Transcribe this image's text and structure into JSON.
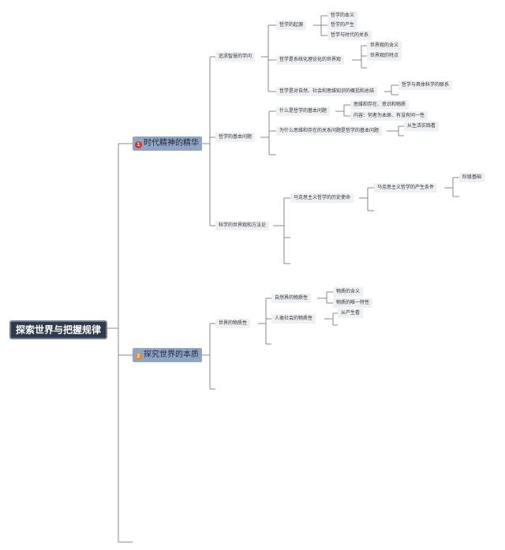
{
  "mindmap": {
    "root": "探索世界与把握规律",
    "main": [
      {
        "id": "m1",
        "label": "时代精神的精华",
        "badge": "1",
        "badge_color": "#d9342b"
      },
      {
        "id": "m2",
        "label": "探究世界的本质",
        "badge": "2",
        "badge_color": "#ef8a1f"
      }
    ],
    "level2": {
      "zhuiqiu": "追求智慧的学问",
      "jiben": "哲学的基本问题",
      "kexue": "科学的世界观和方法论",
      "wuzhixing": "世界的物质性"
    },
    "level3": {
      "qiyuan": "哲学的起源",
      "xitong": "哲学是系统化理论化的世界观",
      "gaikuo": "哲学是对自然、社会和思维知识的概括和总结",
      "shenme": "什么是哲学的基本问题",
      "weishenme": "为什么思维和存在的关系问题是哲学的基本问题",
      "shiming": "马克思主义哲学的历史使命",
      "ziran": "自然界的物质性",
      "renlei": "人类社会的物质性"
    },
    "level4": {
      "benyi": "哲学的本义",
      "chansheng": "哲学的产生",
      "shidai": "哲学与时代的关系",
      "hanyi": "世界观的含义",
      "tedian": "世界观的特点",
      "juti": "哲学与具体科学的联系",
      "siwei": "思维和存在、意识和物质",
      "neirong": "内容：何者为本原、有没有同一性",
      "shenghuo": "从生活实践看",
      "tiaojian": "马克思主义哲学的产生条件",
      "wz_hanyi": "物质的含义",
      "weiyi": "物质的唯一特性",
      "chansheng2": "从产生看"
    },
    "level5": {
      "jieji": "阶级基础"
    }
  }
}
